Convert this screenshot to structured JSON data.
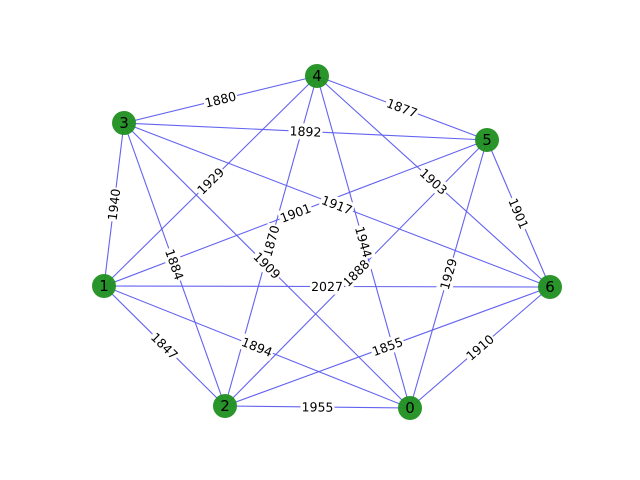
{
  "graph": {
    "nodes": [
      {
        "id": "0",
        "label": "0"
      },
      {
        "id": "1",
        "label": "1"
      },
      {
        "id": "2",
        "label": "2"
      },
      {
        "id": "3",
        "label": "3"
      },
      {
        "id": "4",
        "label": "4"
      },
      {
        "id": "5",
        "label": "5"
      },
      {
        "id": "6",
        "label": "6"
      }
    ],
    "edges": [
      {
        "source": "4",
        "target": "3",
        "weight": "1880"
      },
      {
        "source": "4",
        "target": "5",
        "weight": "1877"
      },
      {
        "source": "3",
        "target": "5",
        "weight": "1892"
      },
      {
        "source": "4",
        "target": "1",
        "weight": "1929"
      },
      {
        "source": "4",
        "target": "6",
        "weight": "1903"
      },
      {
        "source": "3",
        "target": "6",
        "weight": "1917"
      },
      {
        "source": "5",
        "target": "6",
        "weight": "1901"
      },
      {
        "source": "3",
        "target": "1",
        "weight": "1940"
      },
      {
        "source": "5",
        "target": "1",
        "weight": "1901"
      },
      {
        "source": "4",
        "target": "2",
        "weight": "1870"
      },
      {
        "source": "4",
        "target": "0",
        "weight": "1944"
      },
      {
        "source": "3",
        "target": "2",
        "weight": "1884"
      },
      {
        "source": "3",
        "target": "0",
        "weight": "1909"
      },
      {
        "source": "5",
        "target": "2",
        "weight": "1888"
      },
      {
        "source": "5",
        "target": "0",
        "weight": "1929"
      },
      {
        "source": "1",
        "target": "6",
        "weight": "2027"
      },
      {
        "source": "1",
        "target": "2",
        "weight": "1847"
      },
      {
        "source": "1",
        "target": "0",
        "weight": "1894"
      },
      {
        "source": "2",
        "target": "6",
        "weight": "1855"
      },
      {
        "source": "2",
        "target": "0",
        "weight": "1955"
      },
      {
        "source": "0",
        "target": "6",
        "weight": "1910"
      }
    ]
  }
}
